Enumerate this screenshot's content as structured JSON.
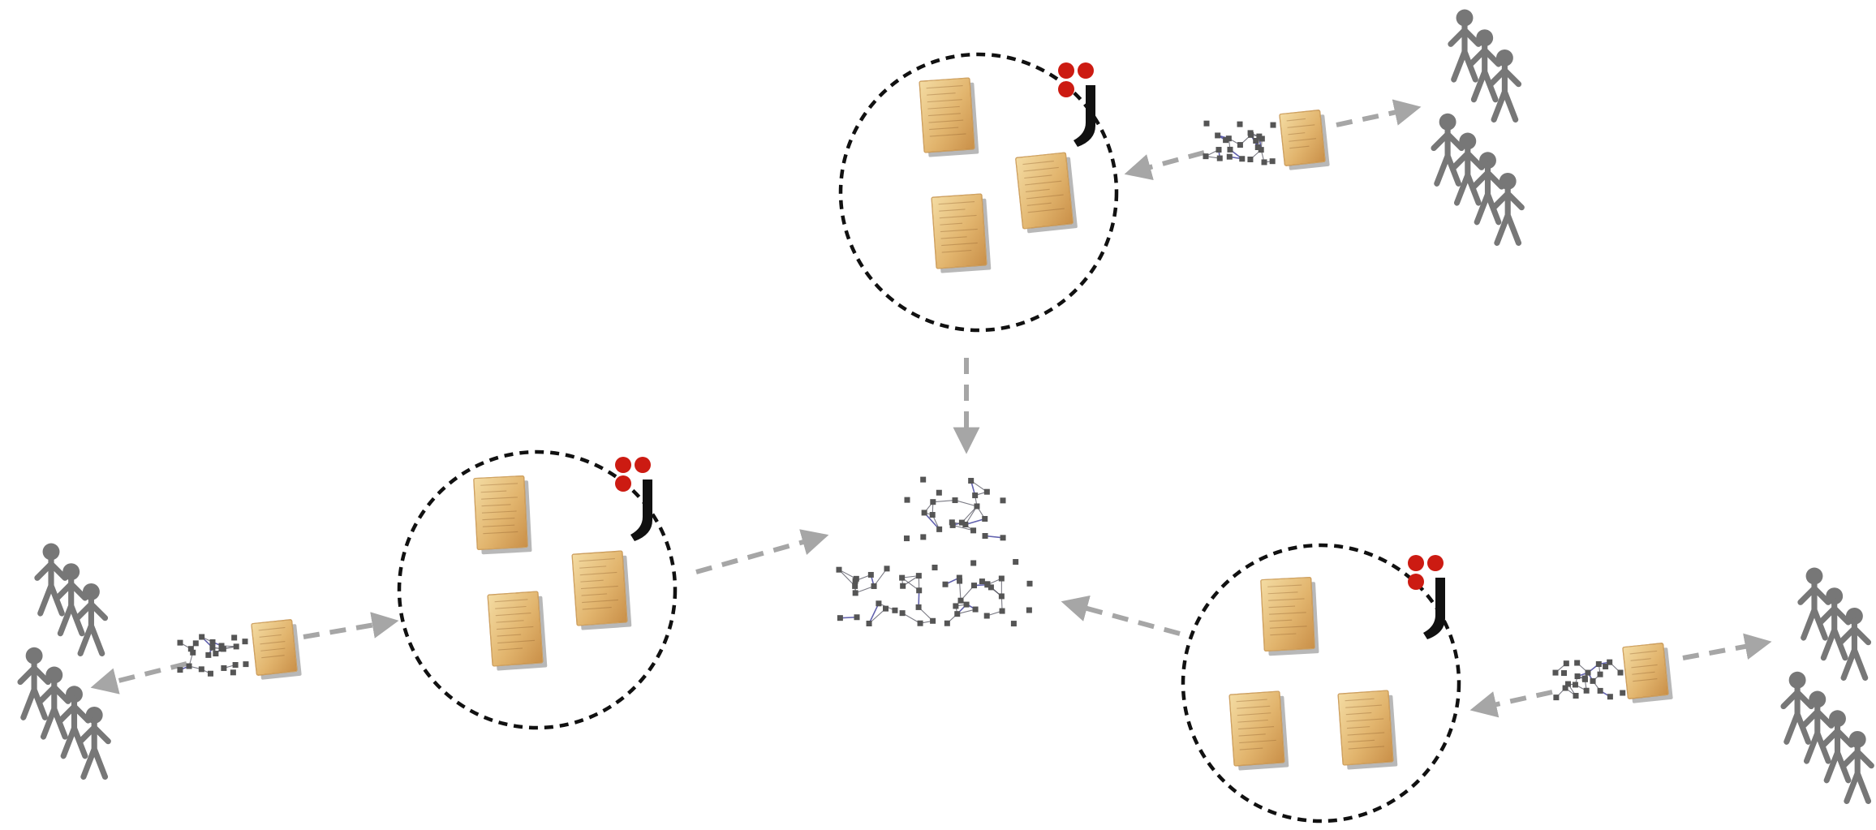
{
  "colors": {
    "background": "#ffffff",
    "circle_stroke": "#111111",
    "arrow": "#a6a6a6",
    "person": "#777777",
    "manuscript_light": "#f1d79a",
    "manuscript_dark": "#c98f48",
    "manuscript_ink": "#8a5a2a",
    "logo_red": "#cc1b12",
    "logo_black": "#111111",
    "graph_node": "#555555",
    "graph_edge": "#5a5a66",
    "graph_edge_accent": "#3a3a9a"
  },
  "icons": {
    "repository": "dashed-circle",
    "manuscript": "manuscript-page-icon",
    "logo": "juxta-logo-icon",
    "graph": "network-graph-icon",
    "people": "person-group-icon",
    "arrow": "dashed-arrow"
  },
  "nodes": {
    "repositories": 3,
    "manuscripts_per_repository": 3,
    "user_groups": 3,
    "people_per_group": 7,
    "central_graphs": 3
  }
}
